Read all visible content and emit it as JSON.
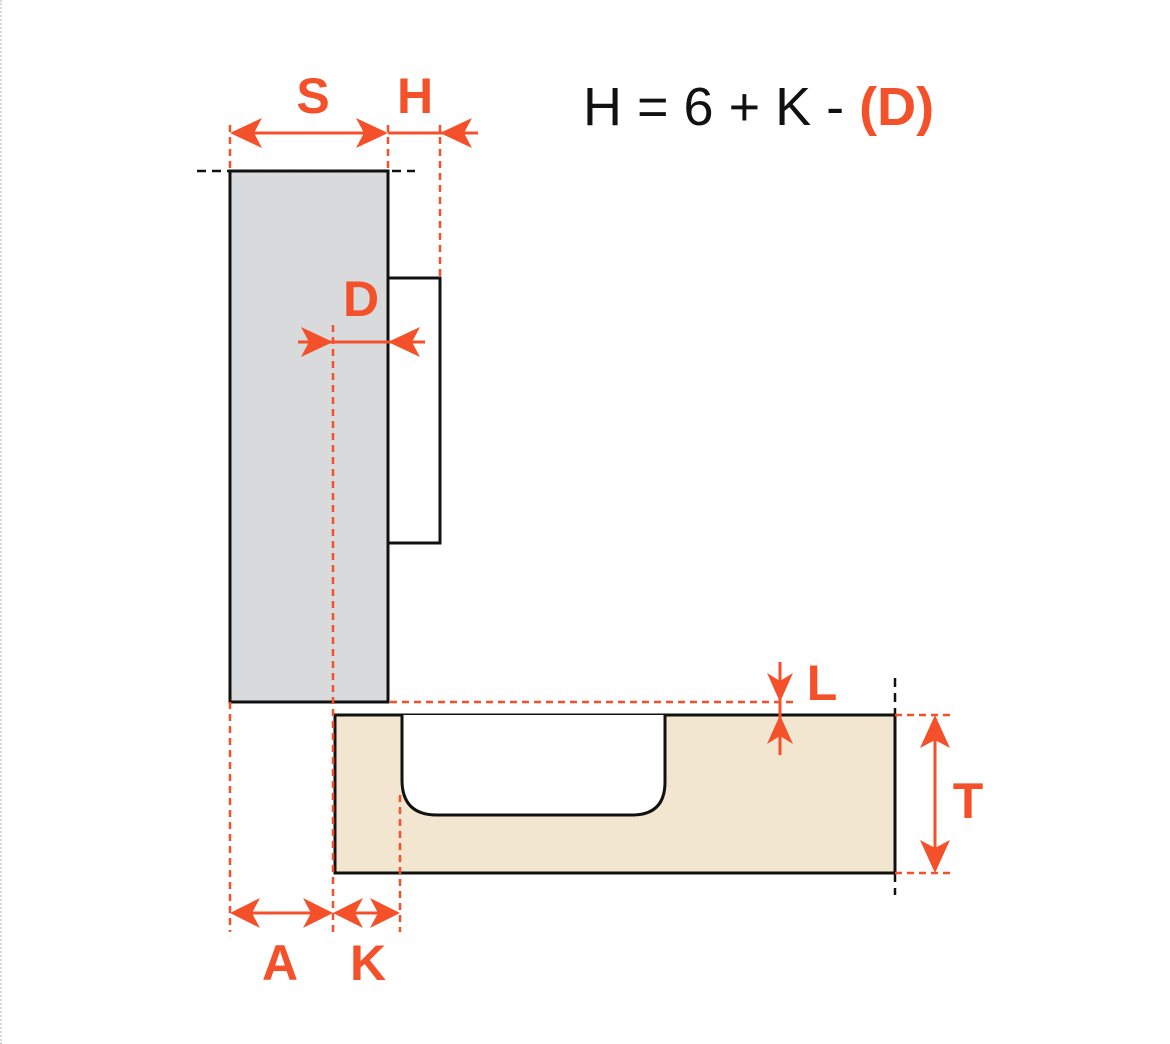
{
  "formula": {
    "text": "H = 6 + K - ",
    "highlight": "(D)"
  },
  "labels": {
    "S": "S",
    "H": "H",
    "D": "D",
    "L": "L",
    "T": "T",
    "A": "A",
    "K": "K"
  },
  "colors": {
    "accent": "#f4502a",
    "door": "#d9dadb",
    "cabinet": "#f2e6d0"
  }
}
